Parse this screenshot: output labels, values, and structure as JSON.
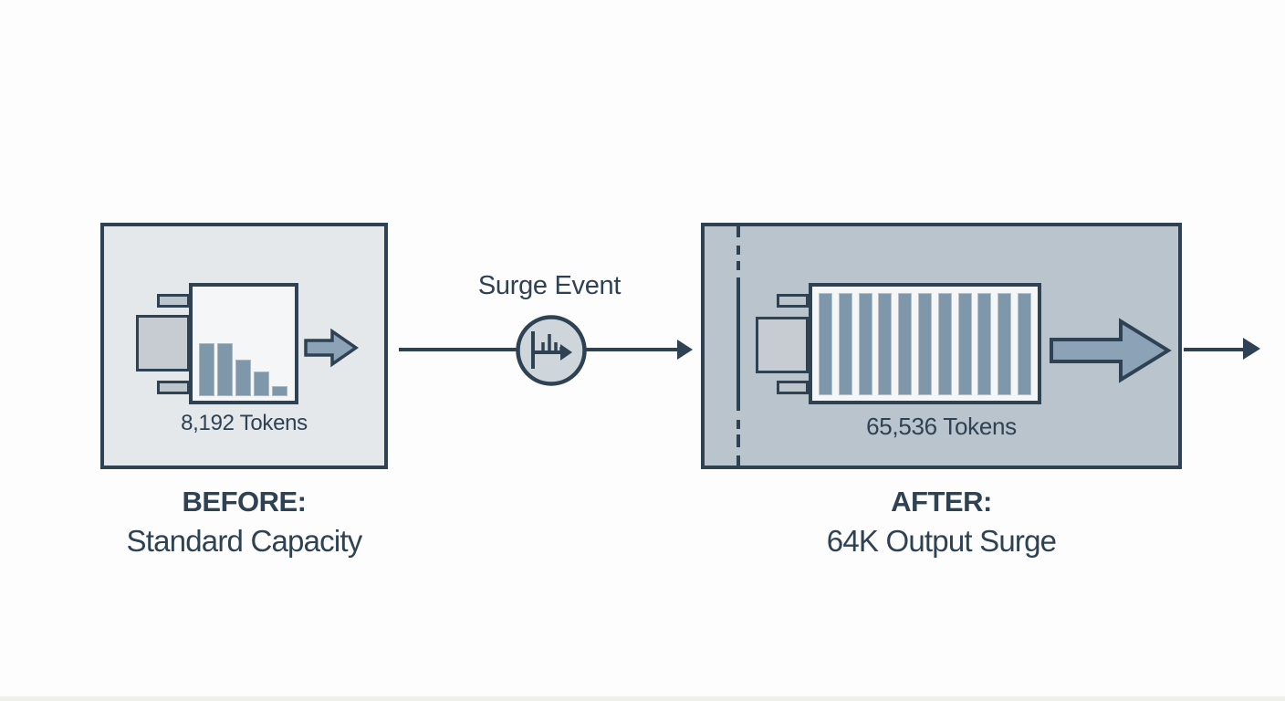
{
  "before": {
    "tokens_label": "8,192 Tokens",
    "caption_title": "BEFORE:",
    "caption_subtitle": "Standard Capacity",
    "bar_heights": [
      56,
      56,
      38,
      25,
      9
    ]
  },
  "surge": {
    "label": "Surge Event"
  },
  "after": {
    "tokens_label": "65,536 Tokens",
    "caption_title": "AFTER:",
    "caption_subtitle": "64K Output Surge",
    "bar_count": 11
  },
  "icons": {
    "surge_event": "timeline-spike-icon",
    "before_machine": "processor-with-declining-bars-icon",
    "after_machine": "processor-with-full-bars-icon",
    "flow": "right-arrow-icon"
  },
  "colors": {
    "ink": "#2e4253",
    "before_panel_fill": "#e4e8ea",
    "after_panel_fill": "#b9c4cc",
    "card_fill": "#f4f6f7",
    "bar_fill": "#7e97ab",
    "arrow_fill": "#8ba2b7",
    "connector_fill": "#c6ccd2",
    "circle_fill": "#cfd6db",
    "background": "#fdfdfd"
  }
}
